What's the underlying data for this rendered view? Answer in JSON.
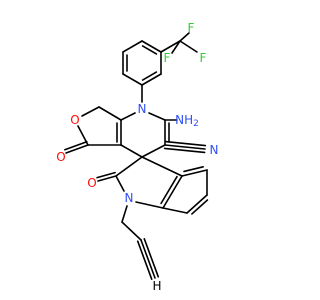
{
  "structure": {
    "colors": {
      "carbon_bond": "#000000",
      "N": "#3050f8",
      "O": "#ff0d0d",
      "F": "#33cc33"
    },
    "atoms": [
      {
        "id": "f-top",
        "element": "F",
        "text": "F"
      },
      {
        "id": "f-left",
        "element": "F",
        "text": "F"
      },
      {
        "id": "f-right",
        "element": "F",
        "text": "F"
      },
      {
        "id": "n-ring",
        "element": "N",
        "text": "N"
      },
      {
        "id": "nh2",
        "element": "N",
        "text": "NH2",
        "sub": "2",
        "main": "NH"
      },
      {
        "id": "o-furan",
        "element": "O",
        "text": "O"
      },
      {
        "id": "o-lactone",
        "element": "O",
        "text": "O"
      },
      {
        "id": "n-nitrile",
        "element": "N",
        "text": "N"
      },
      {
        "id": "o-oxindole",
        "element": "O",
        "text": "O"
      },
      {
        "id": "n-indole",
        "element": "N",
        "text": "N"
      },
      {
        "id": "h-alkyne",
        "element": "H",
        "text": "H"
      }
    ]
  }
}
